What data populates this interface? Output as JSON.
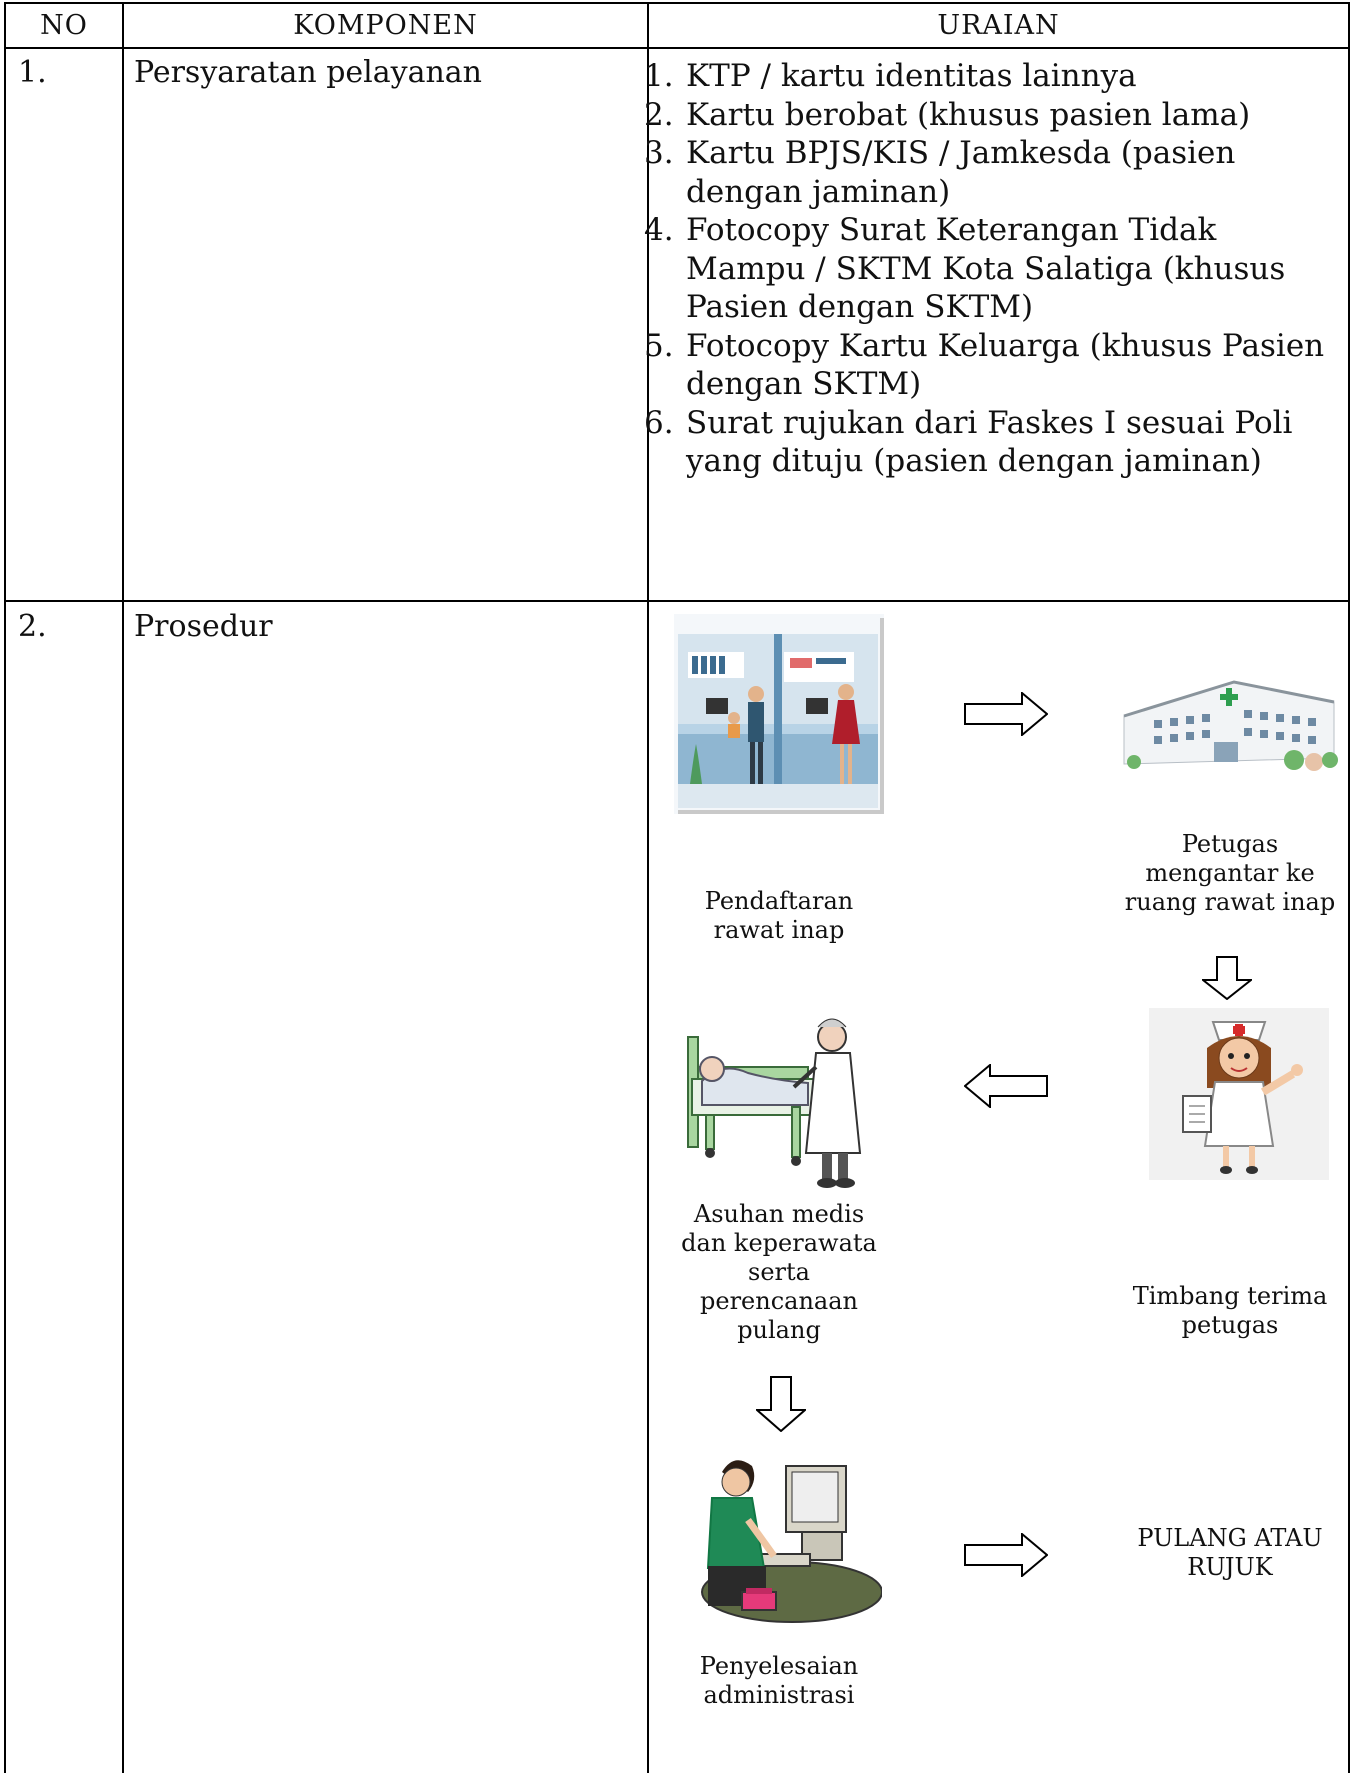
{
  "table": {
    "headers": {
      "no": "NO",
      "komponen": "KOMPONEN",
      "uraian": "URAIAN"
    },
    "rows": [
      {
        "no": "1.",
        "komponen": "Persyaratan pelayanan",
        "items": [
          {
            "num": "1.",
            "text": "KTP / kartu identitas lainnya"
          },
          {
            "num": "2.",
            "text": "Kartu berobat (khusus pasien lama)"
          },
          {
            "num": "3.",
            "text": "Kartu BPJS/KIS / Jamkesda (pasien dengan jaminan)"
          },
          {
            "num": "4.",
            "text": "Fotocopy Surat Keterangan Tidak Mampu / SKTM Kota Salatiga (khusus Pasien dengan SKTM)"
          },
          {
            "num": "5.",
            "text": "Fotocopy Kartu Keluarga (khusus Pasien dengan SKTM)"
          },
          {
            "num": "6.",
            "text": "Surat rujukan dari Faskes I sesuai Poli yang dituju (pasien dengan jaminan)"
          }
        ]
      },
      {
        "no": "2.",
        "komponen": "Prosedur",
        "flow": {
          "step1": "Pendaftaran rawat inap",
          "step2": "Petugas mengantar ke ruang rawat inap",
          "step3": "Timbang terima petugas",
          "step4": "Asuhan medis dan keperawata serta perencanaan pulang",
          "step5": "Penyelesaian administrasi",
          "step6": "PULANG ATAU RUJUK"
        }
      }
    ]
  },
  "icons": {
    "registration": "registration-counter-icon",
    "hospital": "hospital-building-icon",
    "nurse": "nurse-icon",
    "doctor": "doctor-patient-bed-icon",
    "admin": "admin-computer-icon",
    "arrow_right": "arrow-right-icon",
    "arrow_left": "arrow-left-icon",
    "arrow_down": "arrow-down-icon"
  }
}
